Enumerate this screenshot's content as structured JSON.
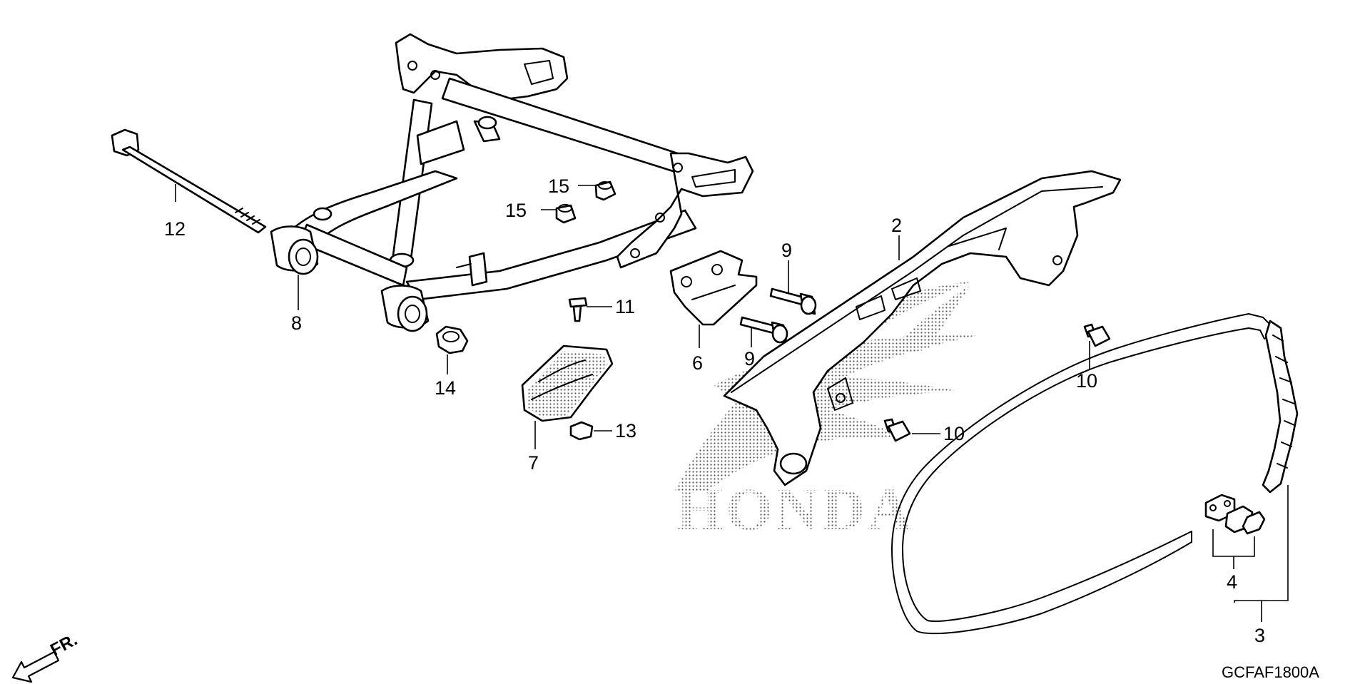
{
  "diagram": {
    "drawing_code": "GCFAF1800A",
    "watermark": "HONDA",
    "direction_indicator": "FR.",
    "callouts": [
      {
        "id": "callout-1",
        "label": "2"
      },
      {
        "id": "callout-2",
        "label": "3"
      },
      {
        "id": "callout-3",
        "label": "4"
      },
      {
        "id": "callout-4",
        "label": "6"
      },
      {
        "id": "callout-5",
        "label": "7"
      },
      {
        "id": "callout-6",
        "label": "8"
      },
      {
        "id": "callout-7",
        "label": "9"
      },
      {
        "id": "callout-8",
        "label": "9"
      },
      {
        "id": "callout-9",
        "label": "10"
      },
      {
        "id": "callout-10",
        "label": "10"
      },
      {
        "id": "callout-11",
        "label": "11"
      },
      {
        "id": "callout-12",
        "label": "12"
      },
      {
        "id": "callout-13",
        "label": "13"
      },
      {
        "id": "callout-14",
        "label": "14"
      },
      {
        "id": "callout-15",
        "label": "15"
      },
      {
        "id": "callout-16",
        "label": "15"
      }
    ]
  }
}
